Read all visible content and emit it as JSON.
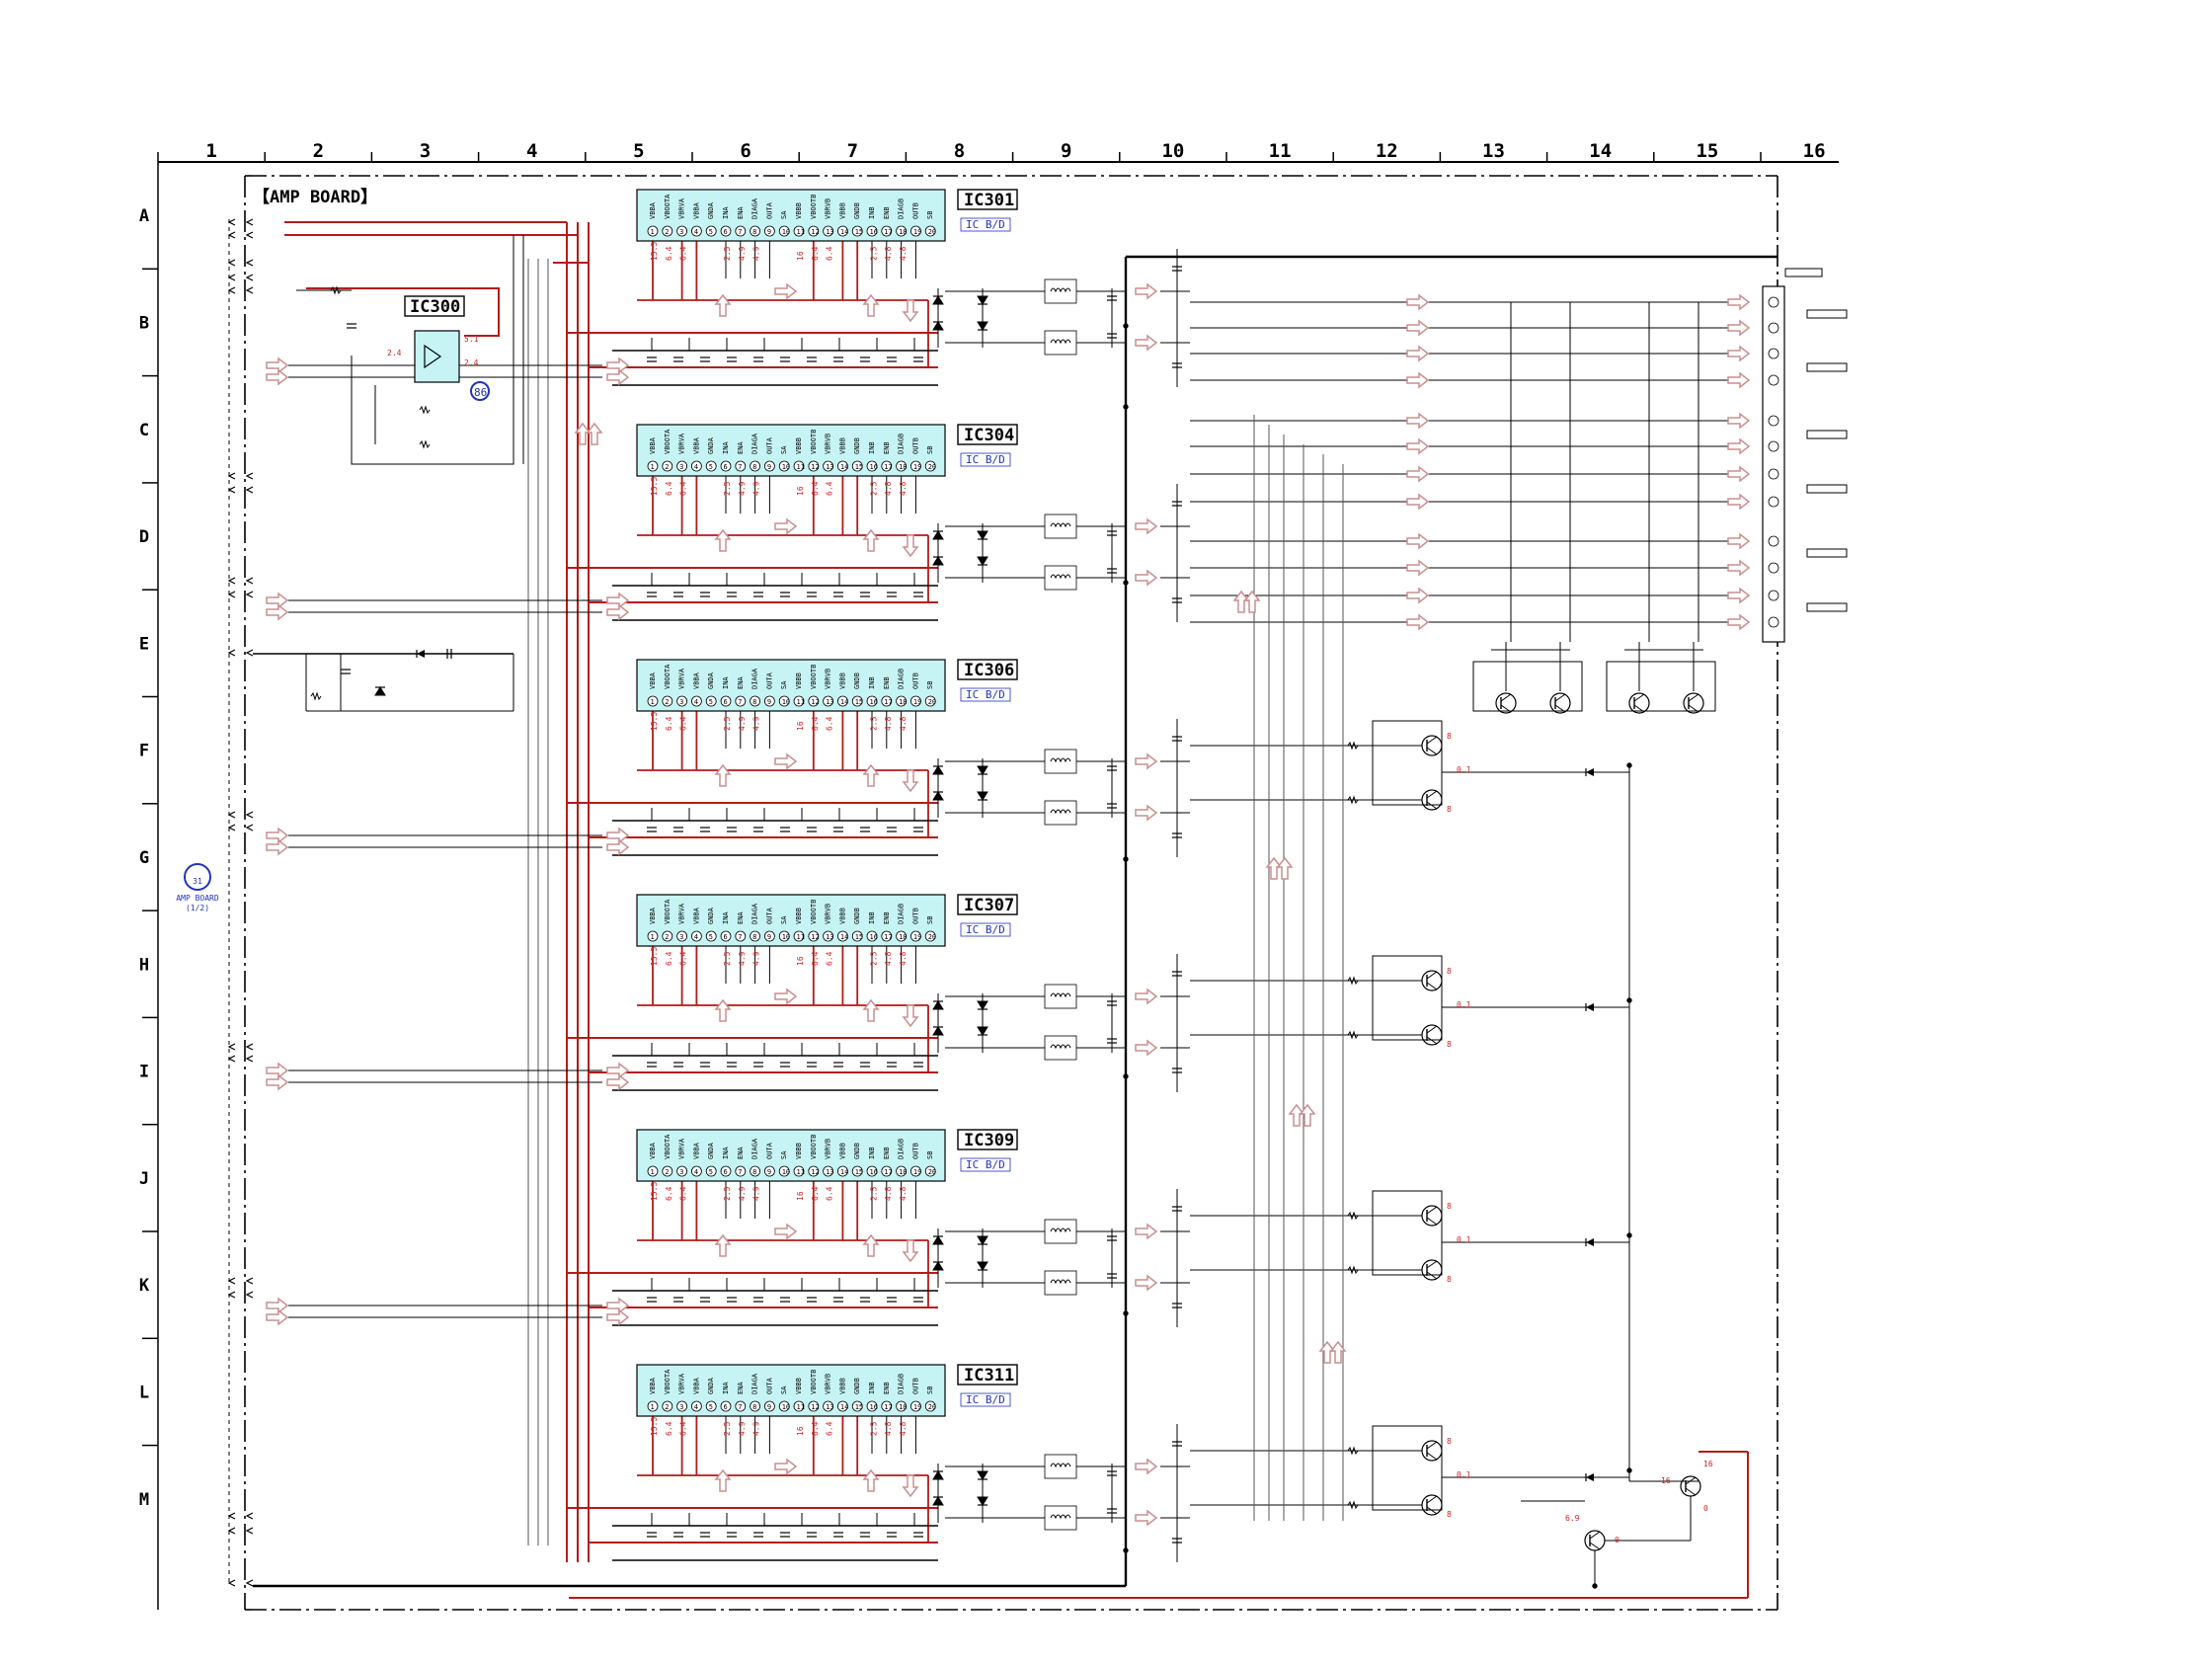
{
  "board_title": "【AMP BOARD】",
  "columns": [
    "1",
    "2",
    "3",
    "4",
    "5",
    "6",
    "7",
    "8",
    "9",
    "10",
    "11",
    "12",
    "13",
    "14",
    "15",
    "16"
  ],
  "rows": [
    "A",
    "B",
    "C",
    "D",
    "E",
    "F",
    "G",
    "H",
    "I",
    "J",
    "K",
    "L",
    "M"
  ],
  "ic300": {
    "name": "IC300",
    "badge": "86"
  },
  "amp_ics": [
    {
      "name": "IC301",
      "tag": "IC B/D"
    },
    {
      "name": "IC304",
      "tag": "IC B/D"
    },
    {
      "name": "IC306",
      "tag": "IC B/D"
    },
    {
      "name": "IC307",
      "tag": "IC B/D"
    },
    {
      "name": "IC309",
      "tag": "IC B/D"
    },
    {
      "name": "IC311",
      "tag": "IC B/D"
    }
  ],
  "pin_names": [
    "VBBA",
    "VBOOTA",
    "VBRVA",
    "VBBA",
    "GNDA",
    "INA",
    "ENA",
    "DIAGA",
    "OUTA",
    "SA",
    "VBBB",
    "VBOOTB",
    "VBRVB",
    "VBBB",
    "GNDB",
    "INB",
    "ENB",
    "DIAGB",
    "OUTB",
    "SB"
  ],
  "pin_volts_left": [
    "15.5",
    "6.4",
    "6.4"
  ],
  "pin_volts_mid": [
    "2.5",
    "4.9",
    "4.9"
  ],
  "pin_volts_right": [
    "16",
    "6.4",
    "6.4",
    "2.5",
    "4.8",
    "4.8"
  ],
  "ic300_volts": [
    "2.4",
    "5.1",
    "2.4"
  ],
  "reference": {
    "number": "31",
    "line1": "AMP BOARD",
    "line2": "(1/2)"
  },
  "transistor_volts": [
    "8",
    "0.1",
    "8"
  ],
  "bottom_transistor_volts": [
    "6.9",
    "0",
    "16",
    "16",
    "0"
  ],
  "colors": {
    "wire_red": "#b51a1a",
    "ic_fill": "#c6f4f4",
    "arrow": "#c98f8f",
    "volt_red": "#cc2222",
    "tag_blue": "#2233bb"
  }
}
